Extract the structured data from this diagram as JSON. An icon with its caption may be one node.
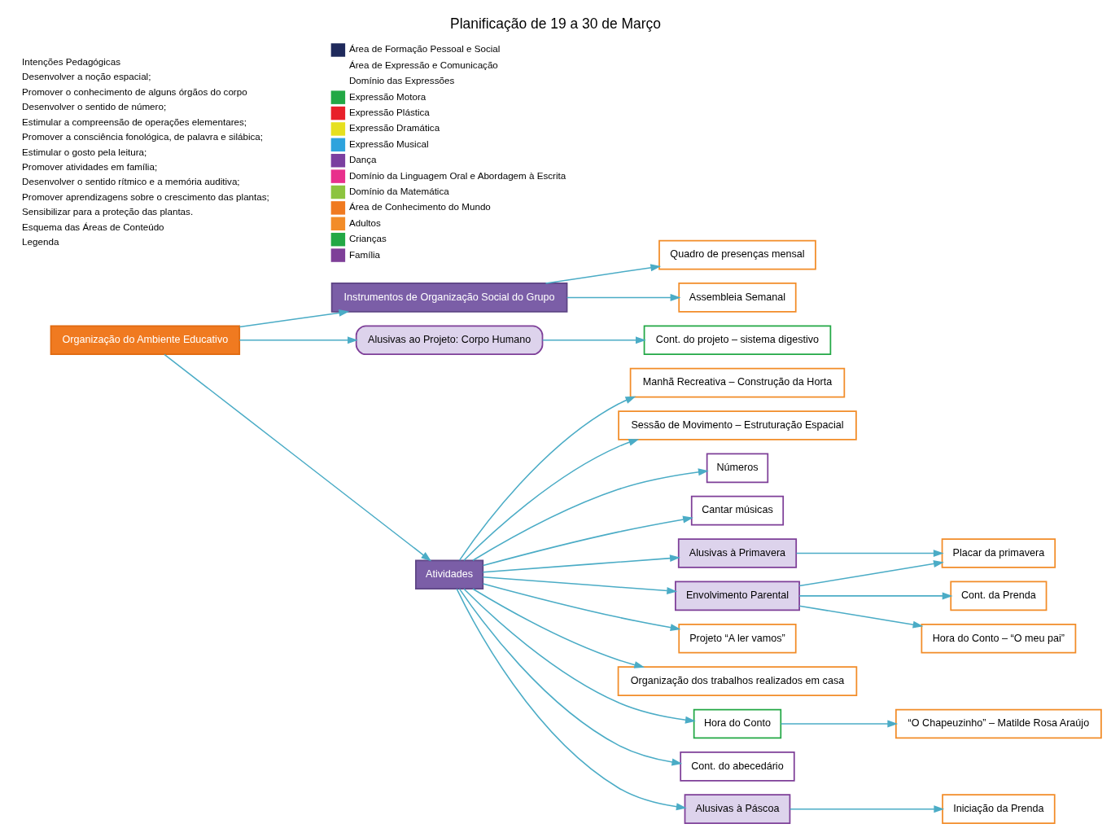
{
  "diagram": {
    "title": "Planificação de 19 a 30 de Março",
    "nodes": [
      {
        "text": [
          "Instrumentos de Organização Social do Grupo"
        ]
      },
      {
        "text": [
          "Quadro de presenças mensal"
        ]
      },
      {
        "text": [
          "Assembleia Semanal"
        ]
      },
      {
        "text": [
          "Alusivas ao Projeto: Corpo Humano"
        ]
      },
      {
        "text": [
          "Cont. do projeto – sistema digestivo"
        ]
      },
      {
        "text": [
          "Manhã Recreativa – Construção da Horta"
        ]
      },
      {
        "text": [
          "Sessão de Movimento – Estruturação Espacial"
        ]
      },
      {
        "text": [
          "Números"
        ]
      },
      {
        "text": [
          "Organização do Ambiente Educativo"
        ]
      },
      {
        "text": [
          "Cantar músicas"
        ]
      },
      {
        "text": [
          "Alusivas à Primavera"
        ]
      },
      {
        "text": [
          "Atividades"
        ]
      },
      {
        "text": [
          "Cont. da Prenda"
        ]
      },
      {
        "text": [
          "Envolvimento Parental"
        ]
      },
      {
        "text": [
          "Projeto “A ler vamos”"
        ]
      },
      {
        "text": [
          "Placar da primavera"
        ]
      },
      {
        "text": [
          "Organização dos trabalhos realizados em casa"
        ]
      },
      {
        "text": [
          "Hora do Conto"
        ]
      },
      {
        "text": [
          "Hora do Conto – “O meu pai”"
        ]
      },
      {
        "text": [
          "Cont. do abecedário"
        ]
      },
      {
        "text": [
          "Alusivas à Páscoa"
        ]
      },
      {
        "text": [
          "“O Chapeuzinho” – Matilde Rosa Araújo"
        ]
      },
      {
        "text": [
          "Iniciação da Prenda"
        ]
      }
    ],
    "edges": [
      {
        "from": 8,
        "to": 0,
        "arrow": "to"
      },
      {
        "from": 0,
        "to": 1,
        "arrow": "to"
      },
      {
        "from": 0,
        "to": 2,
        "arrow": "to"
      },
      {
        "from": 8,
        "to": 3,
        "arrow": "to"
      },
      {
        "from": 3,
        "to": 4,
        "arrow": "to"
      },
      {
        "from": 8,
        "to": 11,
        "arrow": "to"
      },
      {
        "from": 11,
        "to": 6,
        "arrow": "to"
      },
      {
        "from": 11,
        "to": 5,
        "arrow": "to"
      },
      {
        "from": 11,
        "to": 7,
        "arrow": "to"
      },
      {
        "from": 11,
        "to": 9,
        "arrow": "to"
      },
      {
        "from": 11,
        "to": 14,
        "arrow": "to"
      },
      {
        "from": 11,
        "to": 10,
        "arrow": "to"
      },
      {
        "from": 11,
        "to": 13,
        "arrow": "to"
      },
      {
        "from": 11,
        "to": 16,
        "arrow": "to"
      },
      {
        "from": 11,
        "to": 20,
        "arrow": "to"
      },
      {
        "from": 11,
        "to": 17,
        "arrow": "to"
      },
      {
        "from": 11,
        "to": 19,
        "arrow": "to"
      },
      {
        "from": 10,
        "to": 15,
        "arrow": "to"
      },
      {
        "from": 13,
        "to": 12,
        "arrow": "to"
      },
      {
        "from": 13,
        "to": 15,
        "arrow": "to"
      },
      {
        "from": 13,
        "to": 18,
        "arrow": "to"
      },
      {
        "from": 17,
        "to": 21,
        "arrow": "to"
      },
      {
        "from": 20,
        "to": 22,
        "arrow": "to"
      }
    ],
    "labels": [
      "Intenções Pedagógicas",
      "Desenvolver a noção espacial;",
      "Promover o conhecimento de alguns órgãos do corpo",
      "Desenvolver o sentido de número;",
      "Estimular a compreensão de operações elementares;",
      "Promover a consciência fonológica, de palavra e silábica;",
      "Estimular o gosto pela leitura;",
      "Promover atividades em família;",
      "Desenvolver o sentido rítmico e a memória auditiva;",
      "Promover aprendizagens sobre o crescimento das plantas;",
      "Sensibilizar para a proteção das plantas.",
      "Esquema das Áreas de Conteúdo",
      "Legenda"
    ],
    "legend": [
      {
        "text": "Área de Formação Pessoal e Social",
        "color": "#1f2a5c"
      },
      {
        "text": "Área de Expressão e Comunicação"
      },
      {
        "text": "Domínio das Expressões"
      },
      {
        "text": "Expressão Motora",
        "color": "#22a845"
      },
      {
        "text": "Expressão Plástica",
        "color": "#e8202a"
      },
      {
        "text": "Expressão Dramática",
        "color": "#e6e020"
      },
      {
        "text": "Expressão Musical",
        "color": "#2ea3dd"
      },
      {
        "text": "Dança",
        "color": "#7b3fa0"
      },
      {
        "text": "Domínio da Linguagem Oral e Abordagem à Escrita",
        "color": "#e8308c"
      },
      {
        "text": "Domínio da Matemática",
        "color": "#8cc43f"
      },
      {
        "text": "Área de Conhecimento do Mundo",
        "color": "#f07a20"
      },
      {
        "text": "Adultos",
        "color": "#f28c28"
      },
      {
        "text": "Crianças",
        "color": "#22a845"
      },
      {
        "text": "Família",
        "color": "#7e3f98"
      }
    ]
  }
}
